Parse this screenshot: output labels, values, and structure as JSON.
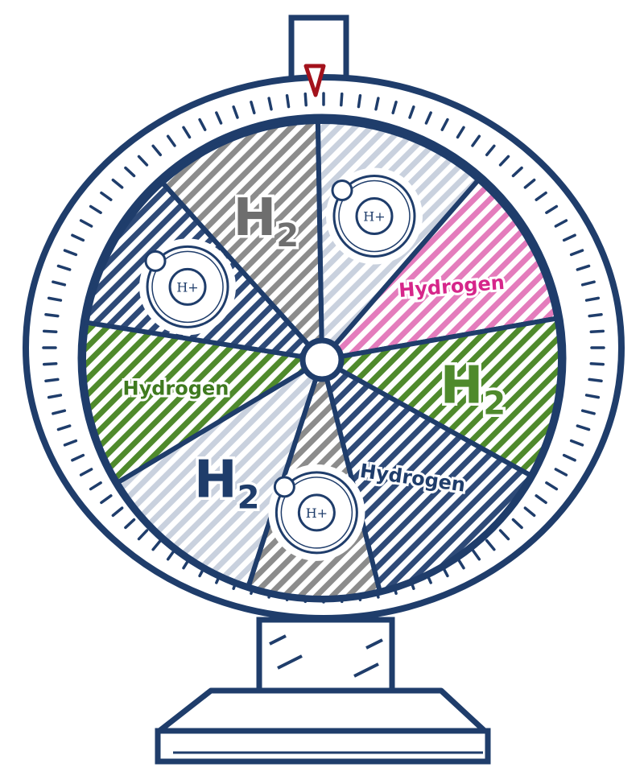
{
  "wheel": {
    "outline_color": "#1f3d6b",
    "pointer_color": "#a3121c",
    "segments": [
      {
        "kind": "atom",
        "label": "H+",
        "color": "#c9d1de"
      },
      {
        "kind": "text",
        "label": "Hydrogen",
        "color": "#e47cbc",
        "text_color": "#d6268a"
      },
      {
        "kind": "h2",
        "label": "H",
        "sub": "2",
        "color": "#4f8a2c",
        "text_color": "#4f8a2c"
      },
      {
        "kind": "text",
        "label": "Hydrogen",
        "color": "#2e4a78",
        "text_color": "#1f3d6b"
      },
      {
        "kind": "atom",
        "label": "H+",
        "color": "#8c8c8c"
      },
      {
        "kind": "h2",
        "label": "H",
        "sub": "2",
        "color": "#c9d1de",
        "text_color": "#1f3d6b"
      },
      {
        "kind": "text",
        "label": "Hydrogen",
        "color": "#4f8a2c",
        "text_color": "#3f7a1f"
      },
      {
        "kind": "atom",
        "label": "H+",
        "color": "#2e4a78"
      },
      {
        "kind": "h2",
        "label": "H",
        "sub": "2",
        "color": "#8c8c8c",
        "text_color": "#6e6e6e"
      }
    ]
  }
}
